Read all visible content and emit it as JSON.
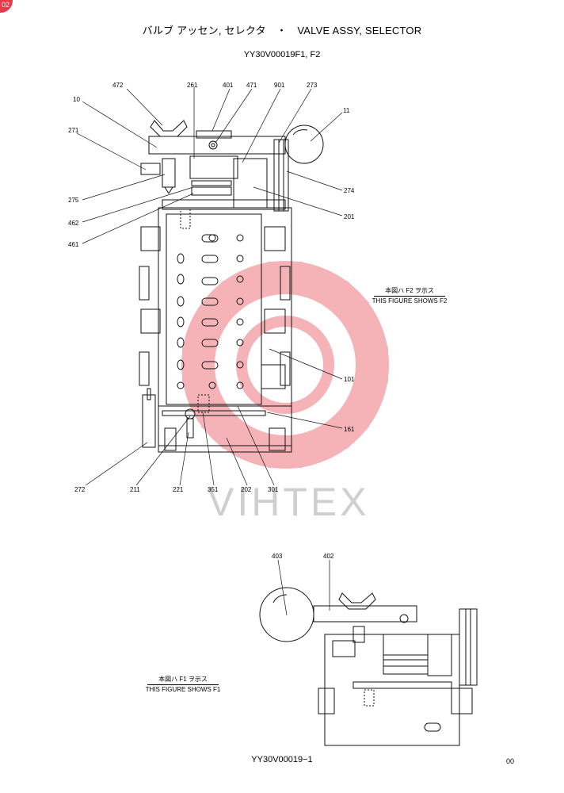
{
  "corner_badge": "02",
  "header": {
    "title": "バルブ アッセン, セレクタ　・　VALVE ASSY, SELECTOR",
    "subtitle": "YY30V00019F1, F2"
  },
  "notes": {
    "f2": {
      "jp": "本図ハ F2 ヲ示ス",
      "en": "THIS FIGURE SHOWS F2"
    },
    "f1": {
      "jp": "本図ハ F1 ヲ示ス",
      "en": "THIS FIGURE SHOWS F1"
    }
  },
  "watermark": {
    "text": "VIHTEX",
    "color": "#f3a7ad"
  },
  "callouts_top": [
    "472",
    "261",
    "401",
    "471",
    "901",
    "273",
    "10",
    "11",
    "271",
    "274",
    "275",
    "201",
    "462",
    "461",
    "101",
    "161",
    "272",
    "211",
    "221",
    "351",
    "202",
    "301"
  ],
  "callouts_bottom": [
    "403",
    "402"
  ],
  "footer": {
    "code": "YY30V00019−1",
    "page": "00"
  }
}
